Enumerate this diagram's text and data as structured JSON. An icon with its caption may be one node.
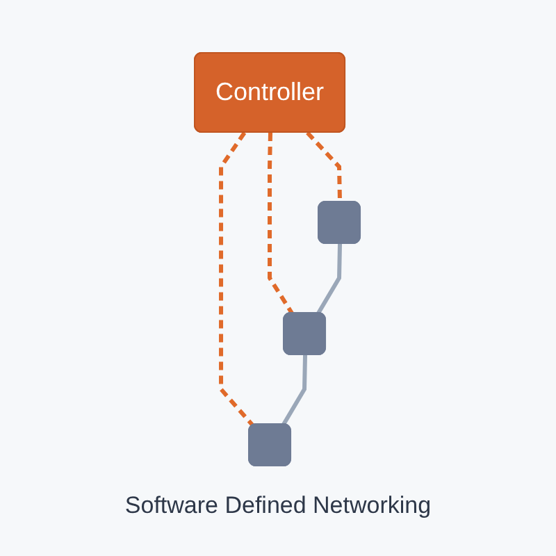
{
  "diagram": {
    "caption": "Software Defined Networking",
    "nodes": [
      {
        "text": [
          "Controller"
        ]
      },
      {
        "text": [],
        "shape": "box"
      },
      {
        "text": [],
        "shape": "box"
      },
      {
        "text": [],
        "shape": "box"
      }
    ],
    "edges": [
      {
        "from": 0,
        "to": 1,
        "arrow": "none",
        "style": "dashed"
      },
      {
        "from": 0,
        "to": 2,
        "arrow": "none",
        "style": "dashed"
      },
      {
        "from": 0,
        "to": 3,
        "arrow": "none",
        "style": "dashed"
      },
      {
        "from": 1,
        "to": 2,
        "arrow": "none",
        "color": "#9aa7b8"
      },
      {
        "from": 2,
        "to": 3,
        "arrow": "none",
        "color": "#9aa7b8"
      }
    ]
  }
}
